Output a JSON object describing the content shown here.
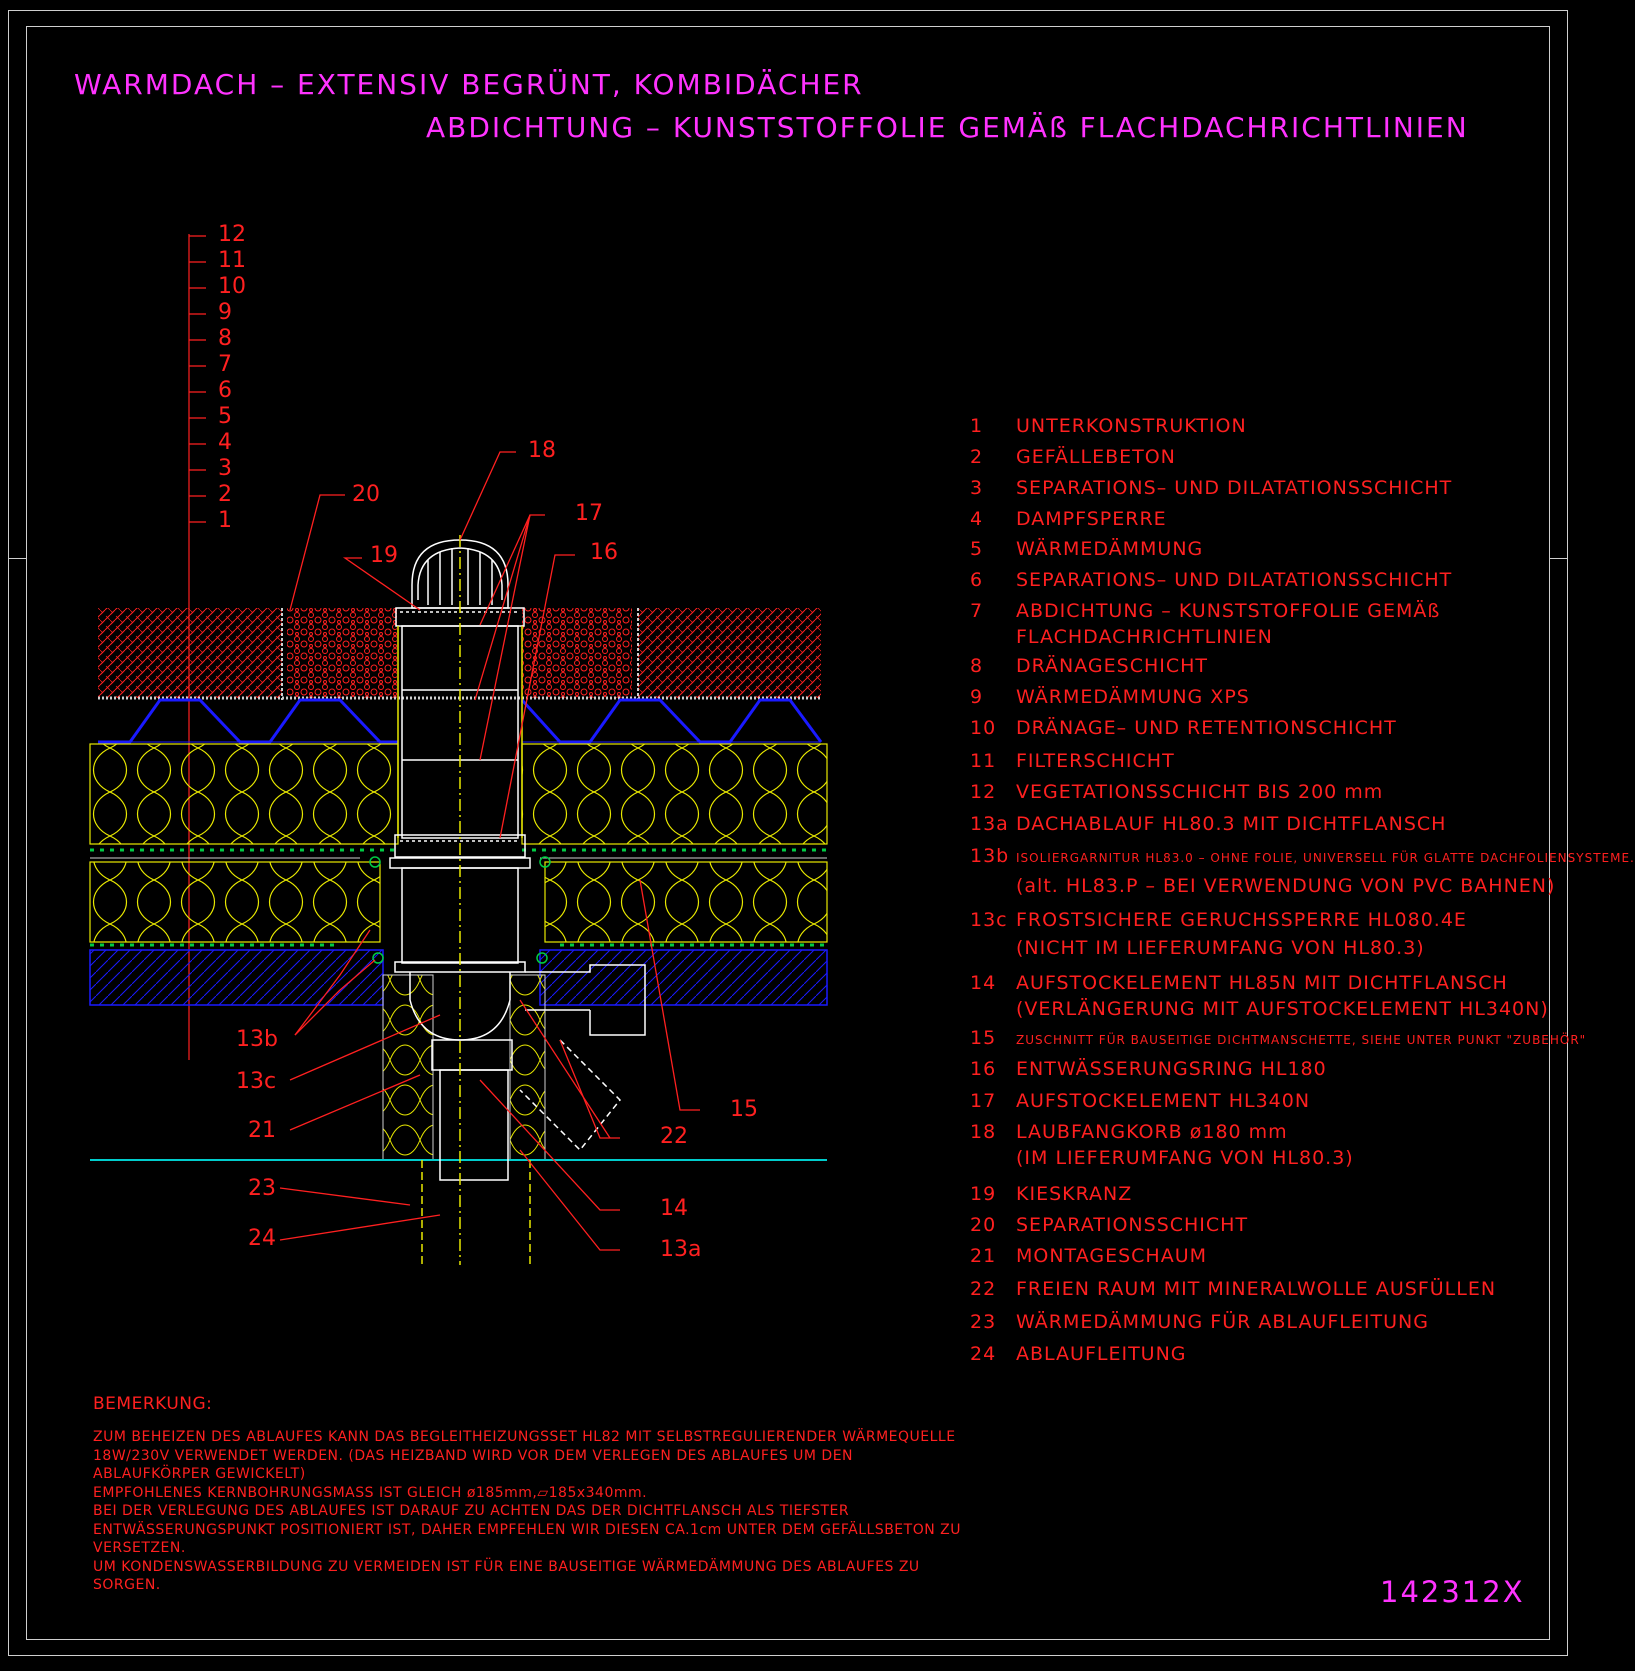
{
  "title": {
    "line1": "WARMDACH  –  EXTENSIV  BEGRÜNT,  KOMBIDÄCHER",
    "line2": "ABDICHTUNG  –  KUNSTSTOFFOLIE  GEMÄß  FLACHDACHRICHTLINIEN"
  },
  "layer_scale": [
    "12",
    "11",
    "10",
    "9",
    "8",
    "7",
    "6",
    "5",
    "4",
    "3",
    "2",
    "1"
  ],
  "callouts": {
    "c18": "18",
    "c20": "20",
    "c17": "17",
    "c19": "19",
    "c16": "16",
    "c13b": "13b",
    "c13c": "13c",
    "c21": "21",
    "c23": "23",
    "c24": "24",
    "c22": "22",
    "c15": "15",
    "c14": "14",
    "c13a": "13a"
  },
  "legend": [
    {
      "num": "1",
      "text": "UNTERKONSTRUKTION"
    },
    {
      "num": "2",
      "text": "GEFÄLLEBETON"
    },
    {
      "num": "3",
      "text": "SEPARATIONS–  UND  DILATATIONSSCHICHT"
    },
    {
      "num": "4",
      "text": "DAMPFSPERRE"
    },
    {
      "num": "5",
      "text": "WÄRMEDÄMMUNG"
    },
    {
      "num": "6",
      "text": "SEPARATIONS–  UND  DILATATIONSSCHICHT"
    },
    {
      "num": "7",
      "text": "ABDICHTUNG  –  KUNSTSTOFFOLIE  GEMÄß",
      "cont": "FLACHDACHRICHTLINIEN"
    },
    {
      "num": "8",
      "text": "DRÄNAGESCHICHT"
    },
    {
      "num": "9",
      "text": "WÄRMEDÄMMUNG  XPS"
    },
    {
      "num": "10",
      "text": "DRÄNAGE–  UND  RETENTIONSCHICHT"
    },
    {
      "num": "11",
      "text": "FILTERSCHICHT"
    },
    {
      "num": "12",
      "text": "VEGETATIONSSCHICHT  BIS  200  mm"
    },
    {
      "num": "13a",
      "text": "DACHABLAUF  HL80.3  MIT  DICHTFLANSCH"
    },
    {
      "num": "13b",
      "text": "ISOLIERGARNITUR  HL83.0  –  OHNE  FOLIE,  UNIVERSELL  FÜR  GLATTE  DACHFOLIENSYSTEME.",
      "cont": "(alt.  HL83.P  –  BEI  VERWENDUNG  VON  PVC  BAHNEN)"
    },
    {
      "num": "13c",
      "text": "FROSTSICHERE  GERUCHSSPERRE  HL080.4E",
      "cont": "(NICHT  IM  LIEFERUMFANG  VON  HL80.3)"
    },
    {
      "num": "14",
      "text": "AUFSTOCKELEMENT  HL85N  MIT  DICHTFLANSCH",
      "cont": "(VERLÄNGERUNG  MIT  AUFSTOCKELEMENT  HL340N)"
    },
    {
      "num": "15",
      "text": "ZUSCHNITT  FÜR  BAUSEITIGE  DICHTMANSCHETTE,  SIEHE  UNTER  PUNKT  \"ZUBEHÖR\""
    },
    {
      "num": "16",
      "text": "ENTWÄSSERUNGSRING  HL180"
    },
    {
      "num": "17",
      "text": "AUFSTOCKELEMENT  HL340N"
    },
    {
      "num": "18",
      "text": "LAUBFANGKORB  ø180  mm",
      "cont": "(IM  LIEFERUMFANG  VON  HL80.3)"
    },
    {
      "num": "19",
      "text": "KIESKRANZ"
    },
    {
      "num": "20",
      "text": "SEPARATIONSSCHICHT"
    },
    {
      "num": "21",
      "text": "MONTAGESCHAUM"
    },
    {
      "num": "22",
      "text": "FREIEN  RAUM  MIT  MINERALWOLLE  AUSFÜLLEN"
    },
    {
      "num": "23",
      "text": "WÄRMEDÄMMUNG  FÜR  ABLAUFLEITUNG"
    },
    {
      "num": "24",
      "text": "ABLAUFLEITUNG"
    }
  ],
  "remarks": {
    "heading": "BEMERKUNG:",
    "lines": [
      "ZUM  BEHEIZEN  DES  ABLAUFES  KANN  DAS  BEGLEITHEIZUNGSSET  HL82  MIT  SELBSTREGULIERENDER  WÄRMEQUELLE",
      "18W/230V  VERWENDET  WERDEN.  (DAS  HEIZBAND  WIRD  VOR  DEM  VERLEGEN  DES  ABLAUFES  UM  DEN",
      "ABLAUFKÖRPER  GEWICKELT)",
      "EMPFOHLENES  KERNBOHRUNGSMASS  IST  GLEICH  ø185mm,▱185x340mm.",
      "BEI  DER  VERLEGUNG  DES  ABLAUFES  IST  DARAUF  ZU  ACHTEN  DAS  DER  DICHTFLANSCH  ALS  TIEFSTER",
      "ENTWÄSSERUNGSPUNKT  POSITIONIERT  IST,  DAHER  EMPFEHLEN  WIR  DIESEN  CA.1cm  UNTER  DEM  GEFÄLLSBETON  ZU",
      "VERSETZEN.",
      "UM  KONDENSWASSERBILDUNG  ZU  VERMEIDEN  IST  FÜR  EINE  BAUSEITIGE  WÄRMEDÄMMUNG  DES  ABLAUFES  ZU",
      "SORGEN."
    ]
  },
  "drawing_number": "142312X",
  "colors": {
    "background": "#000000",
    "frame": "#cfcfcf",
    "title": "#ff33ff",
    "text": "#ff2020",
    "gravel": "#ff2020",
    "insulation": "#e8e800",
    "drainage": "#1a1aff",
    "concrete": "#1a1aff",
    "membrane": "#00cc44",
    "pipe": "#ffffff",
    "ground": "#00cccc"
  }
}
